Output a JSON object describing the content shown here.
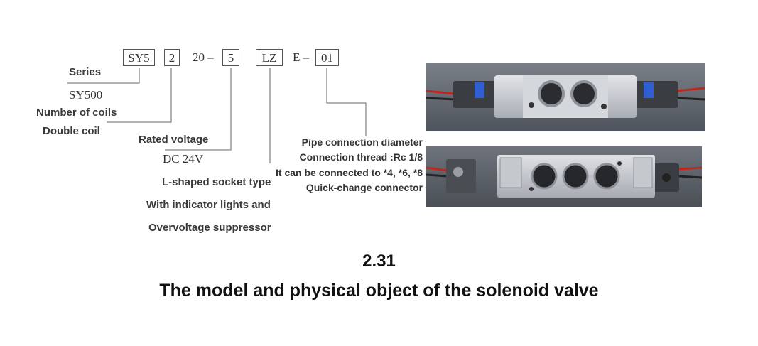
{
  "model_code": {
    "series_box": "SY5",
    "coils_box": "2",
    "mid_text": "20 –",
    "voltage_box": "5",
    "socket_box": "LZ",
    "e_text": "E –",
    "pipe_box": "01"
  },
  "annotations": {
    "series_label": "Series",
    "series_value": "SY500",
    "coils_label": "Number of coils",
    "coils_value": "Double coil",
    "voltage_label": "Rated voltage",
    "voltage_value": "DC 24V",
    "socket_line1": "L-shaped socket type",
    "socket_line2": "With indicator lights and",
    "socket_line3": "Overvoltage suppressor",
    "pipe_line1": "Pipe connection diameter",
    "pipe_line2": "Connection thread :Rc 1/8",
    "pipe_line3": "It can be connected to *4, *6, *8",
    "pipe_line4": "Quick-change connector"
  },
  "caption": {
    "number": "2.31",
    "title": "The model and physical object of the solenoid valve"
  },
  "colors": {
    "line": "#555555",
    "photo_bg": "#6a6f77",
    "valve_body": "#c9ccd2",
    "coil_blue": "#2f5fd0",
    "wire_red": "#c0271c"
  }
}
